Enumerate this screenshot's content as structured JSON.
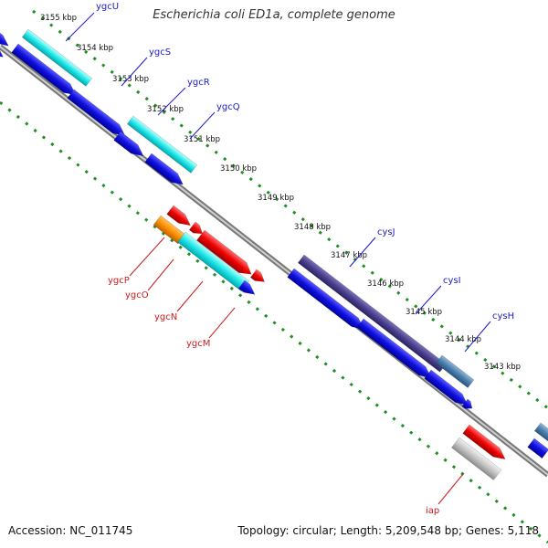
{
  "header": {
    "title": "Escherichia coli ED1a, complete genome"
  },
  "footer": {
    "accession": "Accession: NC_011745",
    "topology": "Topology: circular; Length: 5,209,548 bp; Genes: 5,118"
  },
  "colors": {
    "backbone": "#8a8a8a",
    "tick": "#1f8f1f",
    "forward_label": "#1a1acc",
    "reverse_label": "#cc1a1a"
  },
  "kbp_ticks": [
    "3155 kbp",
    "3154 kbp",
    "3153 kbp",
    "3152 kbp",
    "3151 kbp",
    "3150 kbp",
    "3149 kbp",
    "3148 kbp",
    "3147 kbp",
    "3146 kbp",
    "3145 kbp",
    "3144 kbp",
    "3143 kbp"
  ],
  "genes_forward": [
    {
      "label": "ygcU",
      "color": "#1a1acc"
    },
    {
      "label": "ygcS",
      "color": "#1a1acc"
    },
    {
      "label": "ygcR",
      "color": "#1a1acc"
    },
    {
      "label": "ygcQ",
      "color": "#1a1acc"
    },
    {
      "label": "cysJ",
      "color": "#1a1acc"
    },
    {
      "label": "cysI",
      "color": "#1a1acc"
    },
    {
      "label": "cysH",
      "color": "#1a1acc"
    }
  ],
  "genes_reverse": [
    {
      "label": "ygcP",
      "color": "#cc1a1a"
    },
    {
      "label": "ygcO",
      "color": "#cc1a1a"
    },
    {
      "label": "ygcN",
      "color": "#cc1a1a"
    },
    {
      "label": "ygcM",
      "color": "#cc1a1a"
    },
    {
      "label": "iap",
      "color": "#cc1a1a"
    }
  ]
}
